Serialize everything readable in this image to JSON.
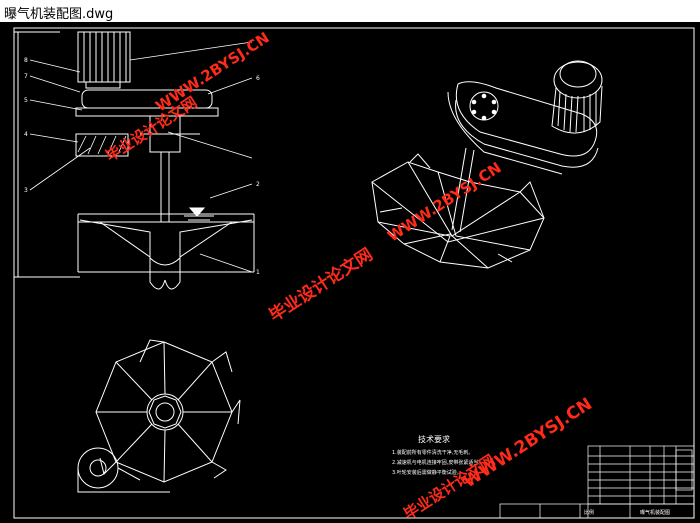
{
  "window": {
    "title": "曝气机装配图.dwg"
  },
  "drawing": {
    "tech_title": "技术要求",
    "tech_notes": [
      "1.装配前所有零件清洗干净,无毛刺。",
      "2.减速机与电机连接牢固,皮带张紧适当。",
      "3.叶轮安装后需做静平衡试验。"
    ],
    "part_labels": [
      "8",
      "7",
      "5",
      "4",
      "3",
      "6",
      "2",
      "1"
    ],
    "title_block": {
      "scale_label": "比例",
      "drawing_name": "曝气机装配图"
    }
  },
  "watermarks": {
    "cn": "毕业设计论文网",
    "url": "WWW.2BYSJ.CN"
  },
  "colors": {
    "background": "#000000",
    "lines": "#ffffff",
    "watermark": "#ff2b1a"
  }
}
